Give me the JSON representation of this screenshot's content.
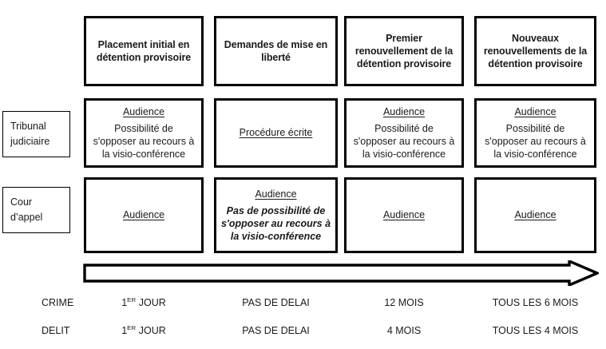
{
  "diagram": {
    "title_row": {
      "columns": [
        {
          "key": "col1",
          "lines": [
            "Placement initial en",
            "détention provisoire"
          ]
        },
        {
          "key": "col2",
          "lines": [
            "Demandes de mise en",
            "liberté"
          ]
        },
        {
          "key": "col3",
          "lines": [
            "Premier",
            "renouvellement de la",
            "détention provisoire"
          ]
        },
        {
          "key": "col4",
          "lines": [
            "Nouveaux",
            "renouvellements de la",
            "détention provisoire"
          ]
        }
      ]
    },
    "rows": [
      {
        "key": "tribunal",
        "label_lines": [
          "Tribunal",
          "judiciaire"
        ],
        "cells": [
          {
            "key": "tribunal_col1",
            "heading": "Audience",
            "body_lines": [
              "Possibilité de",
              "s'opposer au recours à",
              "la visio-conférence"
            ],
            "emphasis": "normal"
          },
          {
            "key": "tribunal_col2",
            "heading": "Procédure écrite",
            "body_lines": [],
            "emphasis": "normal"
          },
          {
            "key": "tribunal_col3",
            "heading": "Audience",
            "body_lines": [
              "Possibilité de",
              "s'opposer au recours à",
              "la visio-conférence"
            ],
            "emphasis": "normal"
          },
          {
            "key": "tribunal_col4",
            "heading": "Audience",
            "body_lines": [
              "Possibilité de",
              "s'opposer au recours à",
              "la visio-conférence"
            ],
            "emphasis": "normal"
          }
        ]
      },
      {
        "key": "cour_appel",
        "label_lines": [
          "Cour",
          "d’appel"
        ],
        "cells": [
          {
            "key": "appel_col1",
            "heading": "Audience",
            "body_lines": [],
            "emphasis": "normal"
          },
          {
            "key": "appel_col2",
            "heading": "Audience",
            "body_lines": [
              "Pas de possibilité de",
              "s'opposer au recours à",
              "la visio-conférence"
            ],
            "emphasis": "bold-italic"
          },
          {
            "key": "appel_col3",
            "heading": "Audience",
            "body_lines": [],
            "emphasis": "normal"
          },
          {
            "key": "appel_col4",
            "heading": "Audience",
            "body_lines": [],
            "emphasis": "normal"
          }
        ]
      }
    ],
    "timeline": {
      "arrow_name": "timeline-arrow-right",
      "legend_rows": [
        {
          "key": "crime",
          "name": "CRIME",
          "values": [
            "1ER JOUR",
            "PAS DE DELAI",
            "12 MOIS",
            "TOUS LES 6 MOIS"
          ],
          "values_display": [
            {
              "base": "1",
              "sup": "ER",
              "rest": " JOUR"
            },
            {
              "base": "PAS DE DELAI",
              "sup": "",
              "rest": ""
            },
            {
              "base": "12 MOIS",
              "sup": "",
              "rest": ""
            },
            {
              "base": "TOUS LES 6 MOIS",
              "sup": "",
              "rest": ""
            }
          ]
        },
        {
          "key": "delit",
          "name": "DELIT",
          "values": [
            "1ER JOUR",
            "PAS DE DELAI",
            "4 MOIS",
            "TOUS LES 4 MOIS"
          ],
          "values_display": [
            {
              "base": "1",
              "sup": "ER",
              "rest": " JOUR"
            },
            {
              "base": "PAS DE DELAI",
              "sup": "",
              "rest": ""
            },
            {
              "base": "4 MOIS",
              "sup": "",
              "rest": ""
            },
            {
              "base": "TOUS LES 4 MOIS",
              "sup": "",
              "rest": ""
            }
          ]
        }
      ]
    },
    "colors": {
      "border": "#000000",
      "text": "#1a1a1a",
      "background": "#ffffff"
    }
  }
}
